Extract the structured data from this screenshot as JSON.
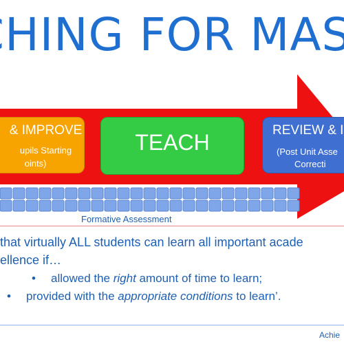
{
  "title": "CHING FOR MAS",
  "stages": {
    "left": {
      "title": "& IMPROVE",
      "line1": "upils Starting",
      "line2": "oints)"
    },
    "middle": {
      "title": "TEACH"
    },
    "right": {
      "title": "REVIEW & I",
      "line1": "(Post Unit Asse",
      "line2": "Correcti"
    }
  },
  "formative_label": "Formative Assessment",
  "quote": {
    "line1": "that virtually ALL students can learn all important acade",
    "line2": "ellence if…",
    "bullet1": {
      "before": "allowed the ",
      "em": "right",
      "after": " amount of time to learn;"
    },
    "bullet2": {
      "before": "provided with the ",
      "em": "appropriate conditions",
      "after": " to learn’."
    }
  },
  "footer": "Achie",
  "colors": {
    "title": "#1f6fd1",
    "arrow": "#ee1111",
    "left_box": "#f7a300",
    "middle_box": "#33cc44",
    "right_box": "#3f6fd1",
    "blocks": "#7fa6e8",
    "text": "#1f5fb0"
  }
}
